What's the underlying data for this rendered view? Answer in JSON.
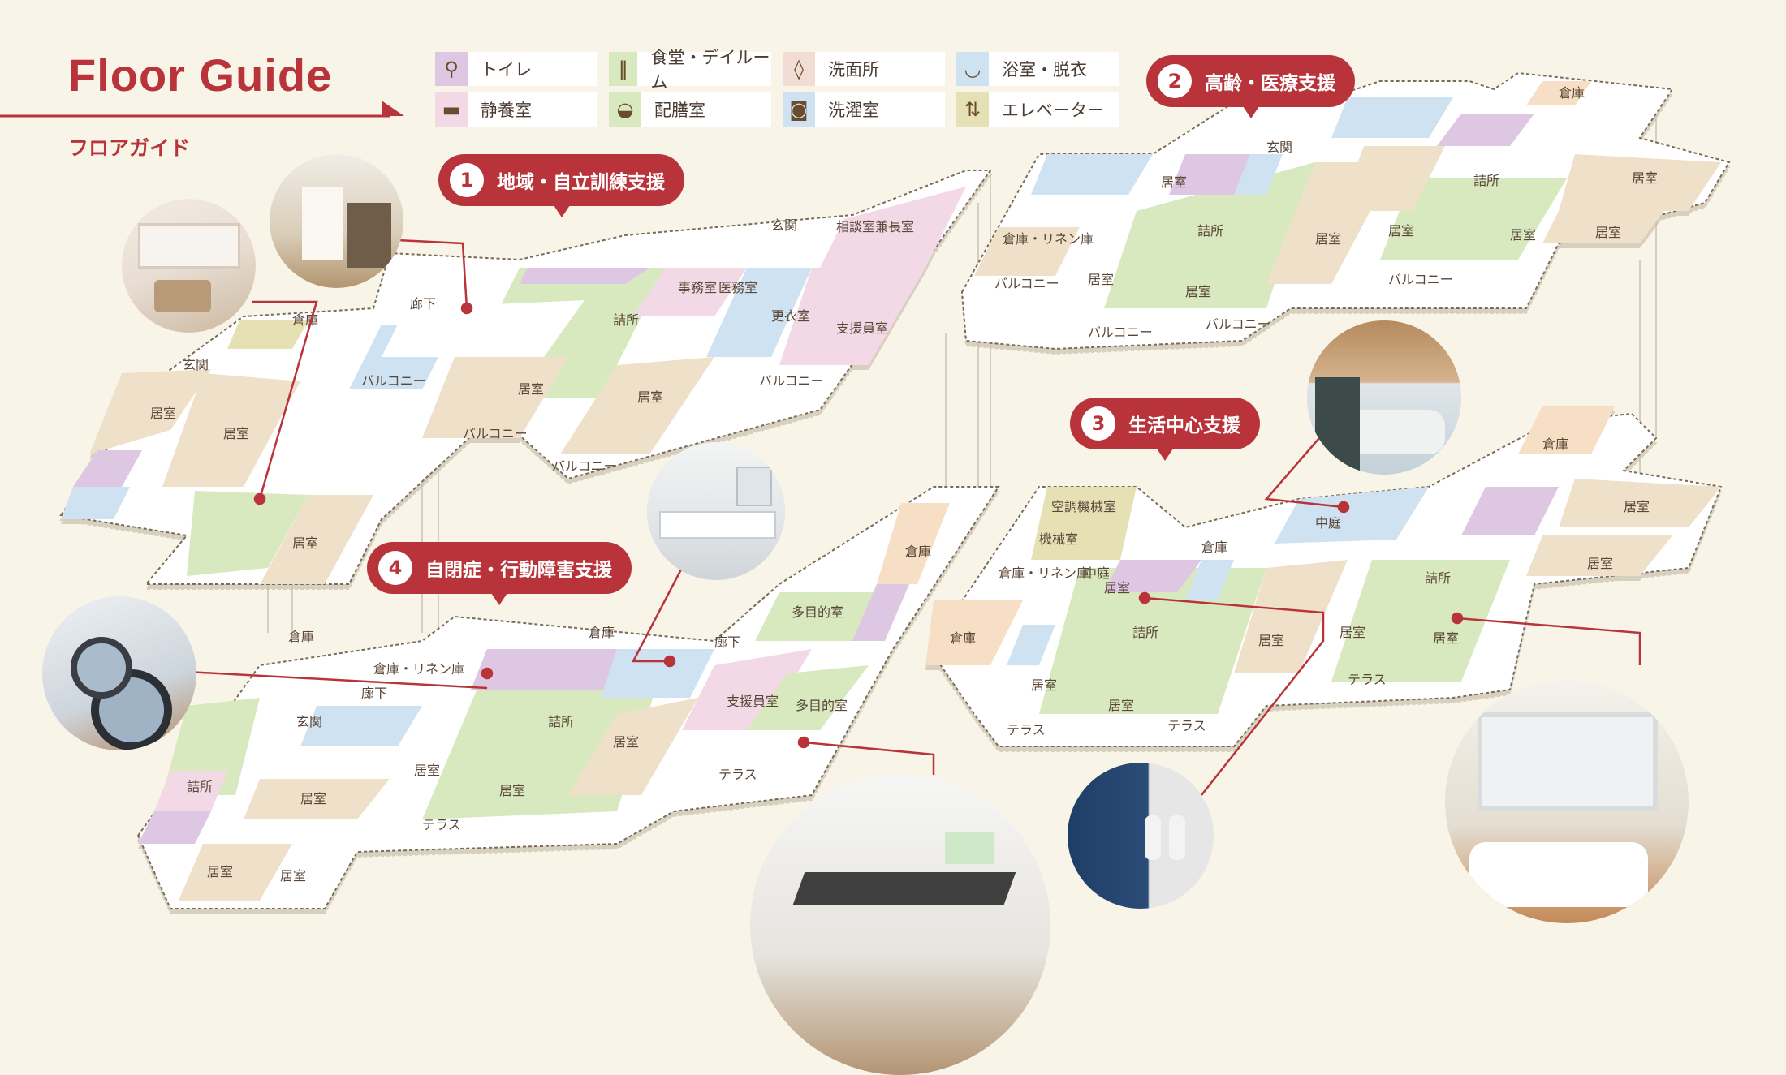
{
  "header": {
    "title": "Floor Guide",
    "subtitle": "フロアガイド"
  },
  "colors": {
    "accent": "#b8343a",
    "toilet": "#ddc7e2",
    "dining": "#d8e8bf",
    "washroom": "#f1ddd3",
    "bath": "#cfe2f1",
    "rest": "#f3d9e5",
    "serving": "#d8e8bf",
    "laundry": "#cfe2f1",
    "elevator": "#e6e0b5",
    "room": "#efe1c9",
    "storage": "#f6dfc4"
  },
  "legend": [
    {
      "label": "トイレ",
      "icon": "toilet-icon",
      "glyph": "🚻",
      "color": "#ddc7e2"
    },
    {
      "label": "食堂・デイルーム",
      "icon": "dining-icon",
      "glyph": "🍴",
      "color": "#d8e8bf"
    },
    {
      "label": "洗面所",
      "icon": "washroom-icon",
      "glyph": "🧴",
      "color": "#f1ddd3"
    },
    {
      "label": "浴室・脱衣",
      "icon": "bath-icon",
      "glyph": "🛁",
      "color": "#cfe2f1"
    },
    {
      "label": "静養室",
      "icon": "bed-icon",
      "glyph": "🛏",
      "color": "#f3d9e5"
    },
    {
      "label": "配膳室",
      "icon": "serving-icon",
      "glyph": "🍚",
      "color": "#d8e8bf"
    },
    {
      "label": "洗濯室",
      "icon": "laundry-icon",
      "glyph": "🧺",
      "color": "#cfe2f1"
    },
    {
      "label": "エレベーター",
      "icon": "elevator-icon",
      "glyph": "⇅",
      "color": "#e6e0b5"
    }
  ],
  "badges": [
    {
      "num": "1",
      "label": "地域・自立訓練支援"
    },
    {
      "num": "2",
      "label": "高齢・医療支援"
    },
    {
      "num": "3",
      "label": "生活中心支援"
    },
    {
      "num": "4",
      "label": "自閉症・行動障害支援"
    }
  ],
  "rooms": {
    "kyoshitsu": "居室",
    "tsumesho": "詰所",
    "genkan": "玄関",
    "rouka": "廊下",
    "balcony": "バルコニー",
    "terrace": "テラス",
    "souko": "倉庫",
    "kikaishitsu": "機械室",
    "souko_linen": "倉庫・リネン庫",
    "jimushitsu": "事務室",
    "imushitsu": "医務室",
    "koishitsu": "更衣室",
    "shienin": "支援員室",
    "soudan": "相談室兼長室",
    "tamokuteki": "多目的室",
    "kucho": "空調機械室",
    "nakaniwa": "中庭"
  }
}
